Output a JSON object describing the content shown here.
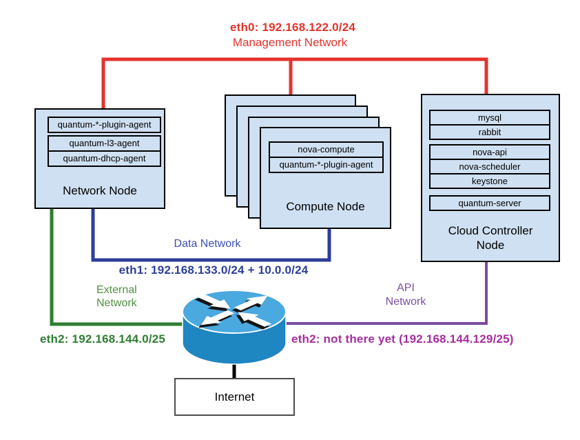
{
  "colors": {
    "management": "#e4332d",
    "data": "#2c3e99",
    "data_text": "#3c4fb1",
    "external": "#2e7d31",
    "external_text": "#4f8f3f",
    "api": "#7c4a9e",
    "api_text": "#7b4fa5",
    "api_eth_text": "#a62d9d",
    "node_fill": "#cfe0f2",
    "router_top": "#4aa9df",
    "router_body": "#1e86c0"
  },
  "networks": {
    "management": {
      "eth": "eth0: 192.168.122.0/24",
      "name": "Management Network"
    },
    "data": {
      "name": "Data Network",
      "eth": "eth1: 192.168.133.0/24 + 10.0.0/24"
    },
    "external": {
      "name_line1": "External",
      "name_line2": "Network",
      "eth": "eth2: 192.168.144.0/25"
    },
    "api": {
      "name_line1": "API",
      "name_line2": "Network",
      "eth": "eth2: not there yet (192.168.144.129/25)"
    }
  },
  "nodes": {
    "network_node": {
      "label": "Network Node",
      "services": [
        "quantum-*-plugin-agent",
        "quantum-l3-agent",
        "quantum-dhcp-agent"
      ]
    },
    "compute_node": {
      "label": "Compute Node",
      "services": [
        "nova-compute",
        "quantum-*-plugin-agent"
      ]
    },
    "cloud_controller": {
      "label_line1": "Cloud Controller",
      "label_line2": "Node",
      "services": [
        "mysql",
        "rabbit",
        "nova-api",
        "nova-scheduler",
        "keystone",
        "quantum-server"
      ]
    },
    "internet": {
      "label": "Internet"
    }
  }
}
